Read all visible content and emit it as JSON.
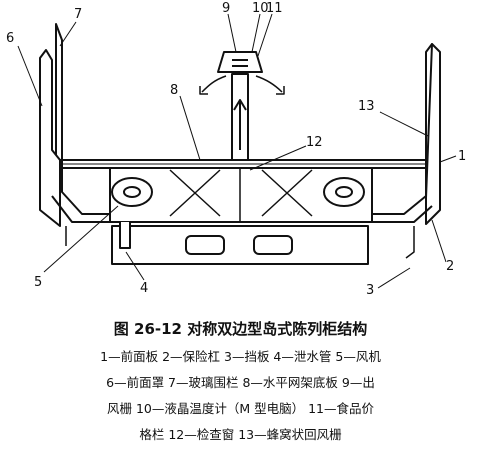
{
  "figure": {
    "title": "图 26-12 对称双边型岛式陈列柜结构",
    "legend_lines": [
      "1—前面板 2—保险杠 3—挡板 4—泄水管 5—风机",
      "6—前面罩 7—玻璃围栏 8—水平网架底板 9—出",
      "风栅 10—液晶温度计（M 型电脑） 11—食品价",
      "格栏 12—检查窗 13—蜂窝状回风栅"
    ]
  },
  "callouts": [
    "1",
    "2",
    "3",
    "4",
    "5",
    "6",
    "7",
    "8",
    "9",
    "10",
    "11",
    "12",
    "13"
  ],
  "colors": {
    "line": "#111111",
    "background": "#ffffff"
  }
}
